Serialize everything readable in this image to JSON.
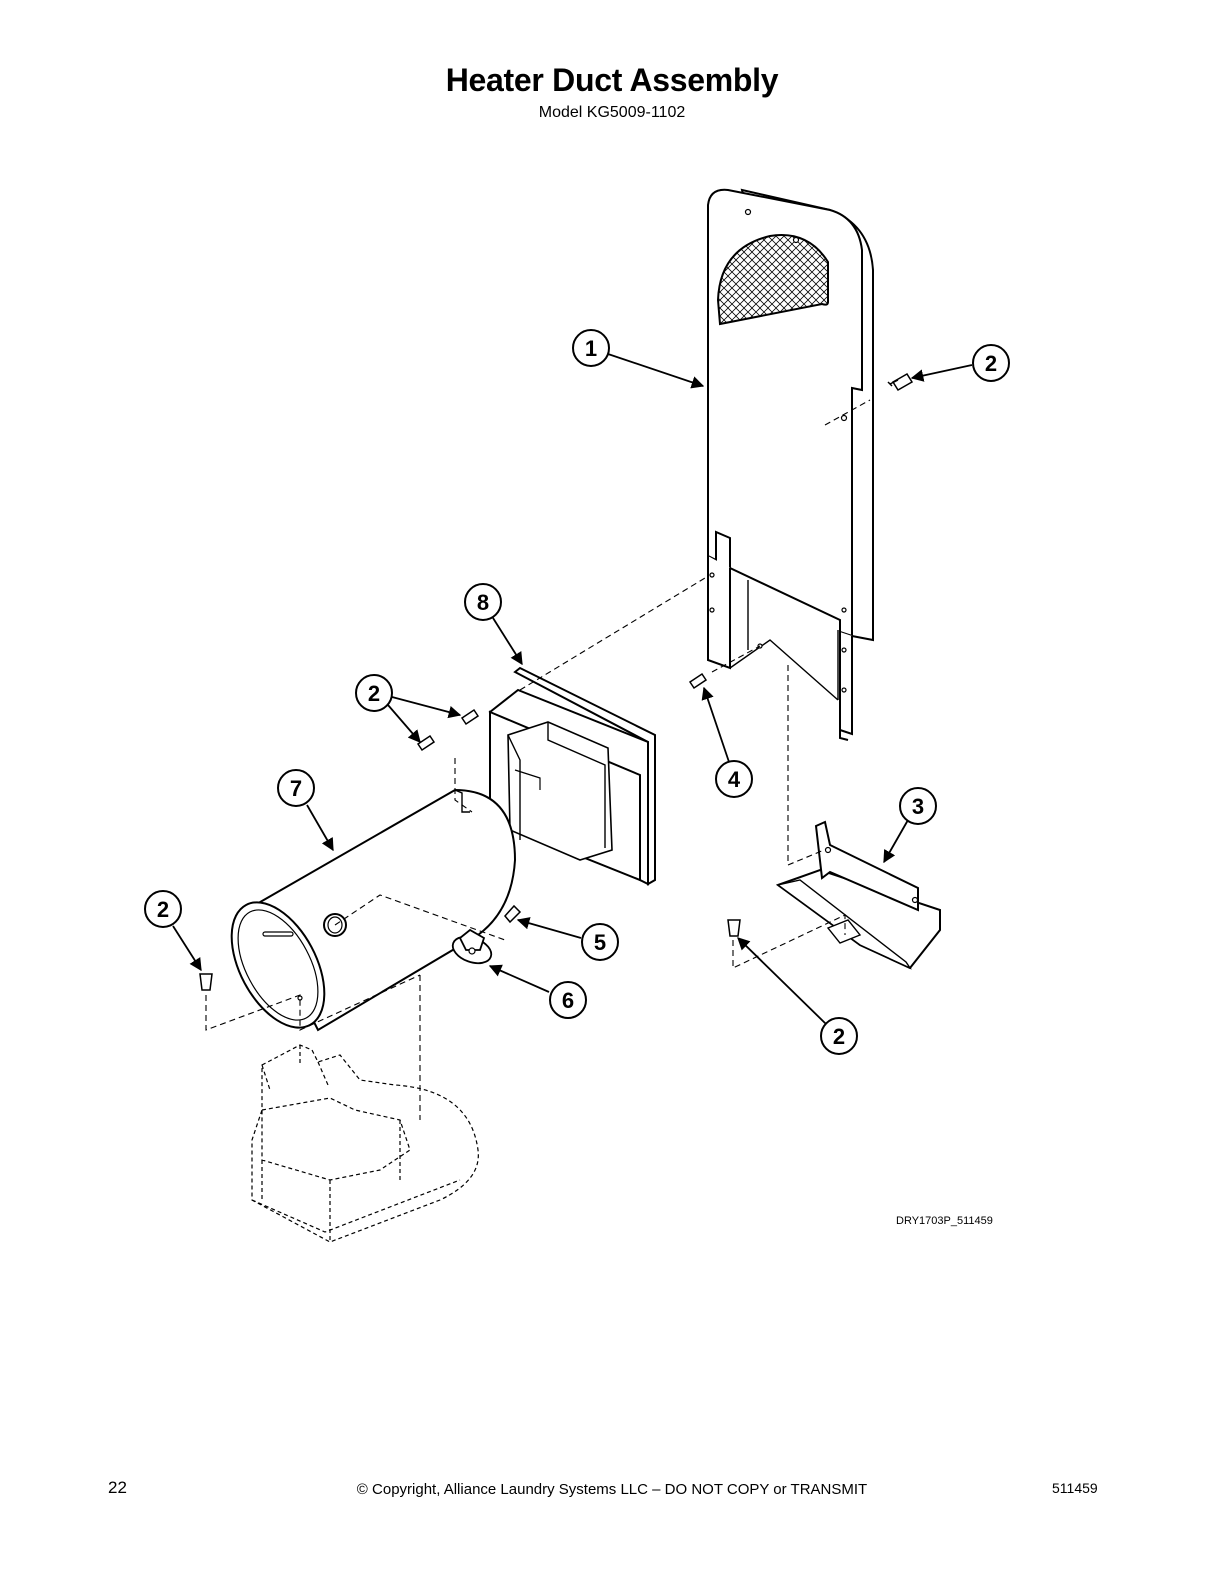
{
  "header": {
    "title": "Heater Duct Assembly",
    "model": "Model KG5009-1102"
  },
  "callouts": [
    {
      "label": "1"
    },
    {
      "label": "2"
    },
    {
      "label": "8"
    },
    {
      "label": "2"
    },
    {
      "label": "4"
    },
    {
      "label": "7"
    },
    {
      "label": "3"
    },
    {
      "label": "2"
    },
    {
      "label": "5"
    },
    {
      "label": "6"
    },
    {
      "label": "2"
    }
  ],
  "drawing_id": "DRY1703P_511459",
  "footer": {
    "page_number": "22",
    "copyright": "© Copyright, Alliance Laundry Systems LLC – DO NOT COPY or TRANSMIT",
    "document_number": "511459"
  }
}
